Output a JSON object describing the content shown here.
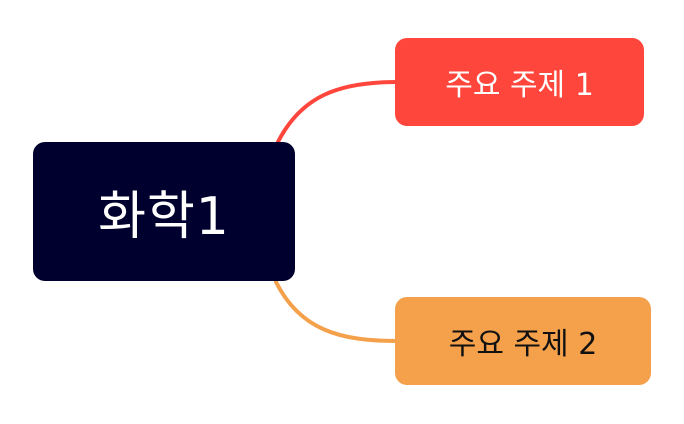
{
  "mindmap": {
    "central": {
      "label": "화학1",
      "color": "#00002e",
      "text_color": "#ffffff"
    },
    "topics": [
      {
        "label": "주요 주제 1",
        "color": "#ff463c",
        "text_color": "#ffffff",
        "connector_color": "#ff463c"
      },
      {
        "label": "주요 주제 2",
        "color": "#f5a04b",
        "text_color": "#111111",
        "connector_color": "#f5a04b"
      }
    ]
  }
}
